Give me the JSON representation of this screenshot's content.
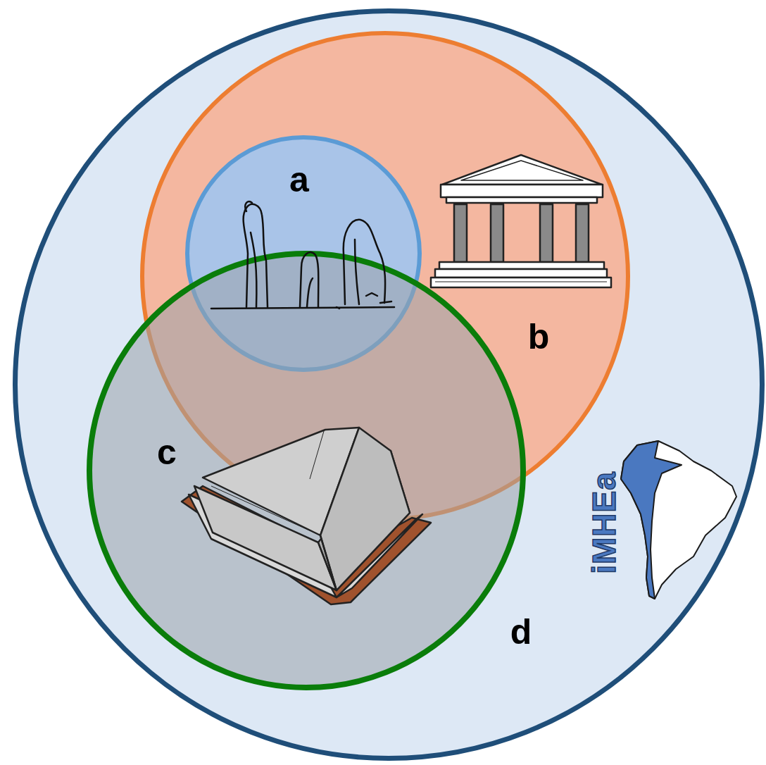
{
  "diagram": {
    "nodes": [
      {
        "text": [
          "d"
        ]
      },
      {
        "text": [
          "b"
        ],
        "in": 0
      },
      {
        "text": [
          "a"
        ],
        "in": 1
      },
      {
        "text": [
          "c"
        ],
        "in": 0
      }
    ],
    "labels": [
      "iMHEa"
    ]
  }
}
